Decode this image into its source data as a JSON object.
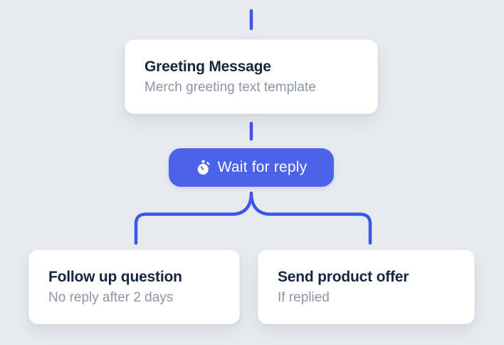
{
  "colors": {
    "background": "#E7EAEF",
    "accent_line": "#3E56E6",
    "pill_bg": "#4A63E8",
    "card_bg": "#FFFFFF",
    "title_text": "#16263F",
    "subtitle_text": "#8B95A5",
    "pill_text": "#FFFFFF"
  },
  "nodes": {
    "greeting": {
      "title": "Greeting Message",
      "subtitle": "Merch greeting text template"
    },
    "wait": {
      "label": "Wait for reply",
      "icon": "stopwatch-icon"
    },
    "follow_up": {
      "title": "Follow up question",
      "subtitle": "No reply after 2 days"
    },
    "offer": {
      "title": "Send product offer",
      "subtitle": "If replied"
    }
  }
}
